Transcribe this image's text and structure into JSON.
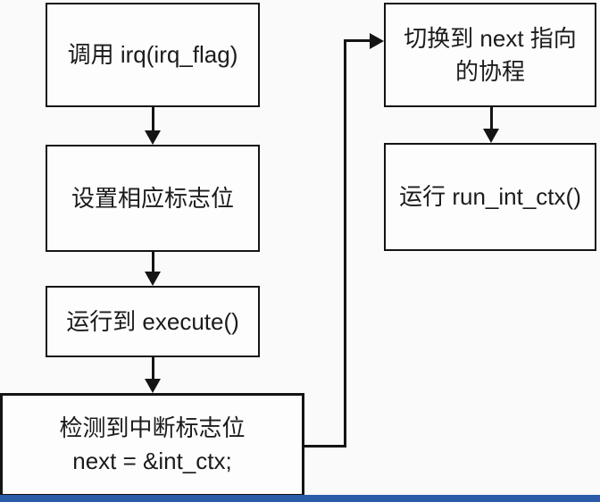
{
  "colors": {
    "bg": "#fafafa",
    "fill": "#fdfdfd",
    "border": "#141414",
    "text": "#1b1b1b",
    "accent": "#2b5caa"
  },
  "flowchart": {
    "nodes": [
      {
        "id": "call-irq",
        "lines": [
          "调用 irq(irq_flag)"
        ]
      },
      {
        "id": "set-flag",
        "lines": [
          "设置相应标志位"
        ]
      },
      {
        "id": "run-execute",
        "lines": [
          "运行到 execute()"
        ]
      },
      {
        "id": "detect-interrupt",
        "lines": [
          "检测到中断标志位",
          "next = &int_ctx;"
        ]
      },
      {
        "id": "switch-next",
        "lines": [
          "切换到 next 指向",
          "的协程"
        ]
      },
      {
        "id": "run-int-ctx",
        "lines": [
          "运行 run_int_ctx()"
        ]
      }
    ]
  }
}
